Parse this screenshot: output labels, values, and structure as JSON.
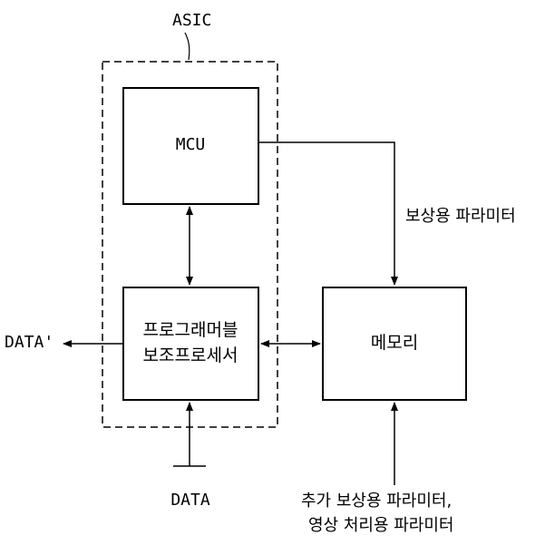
{
  "diagram": {
    "asic_label": "ASIC",
    "mcu_label": "MCU",
    "coprocessor_label_line1": "프로그래머블",
    "coprocessor_label_line2": "보조프로세서",
    "memory_label": "메모리",
    "data_out_label": "DATA'",
    "data_in_label": "DATA",
    "comp_param_label": "보상용 파라미터",
    "extra_params_line1": "추가 보상용 파라미터,",
    "extra_params_line2": "영상 처리용 파라미터"
  }
}
